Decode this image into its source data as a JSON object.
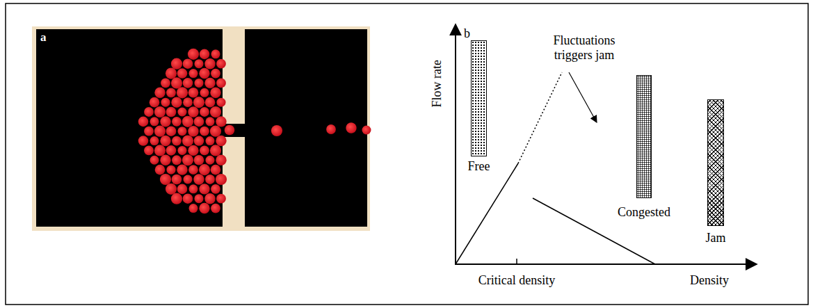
{
  "diagram": {
    "nodes": [
      {
        "text": [
          "Free"
        ]
      },
      {
        "text": [
          "Congested"
        ]
      },
      {
        "text": [
          "Jam"
        ]
      }
    ],
    "labels": [
      "a",
      "b",
      "Flow rate",
      "Fluctuations triggers jam",
      "Critical density",
      "Density"
    ]
  }
}
